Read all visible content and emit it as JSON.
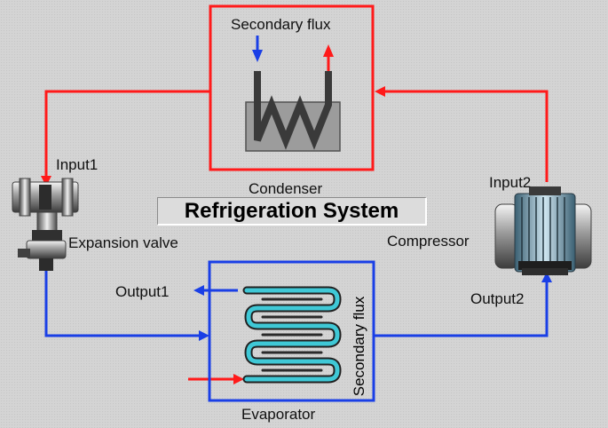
{
  "title": "Refrigeration System",
  "labels": {
    "secondary_flux_top": "Secondary flux",
    "condenser": "Condenser",
    "input1": "Input1",
    "input2": "Input2",
    "expansion_valve": "Expansion valve",
    "compressor": "Compressor",
    "output1": "Output1",
    "output2": "Output2",
    "secondary_flux_evaporator": "Secondary flux",
    "evaporator": "Evaporator"
  },
  "colors": {
    "hot_line": "#ff1a1a",
    "cold_line": "#1a3fe6",
    "coil_fill": "#3fc8d6",
    "background": "#d4d4d4"
  }
}
